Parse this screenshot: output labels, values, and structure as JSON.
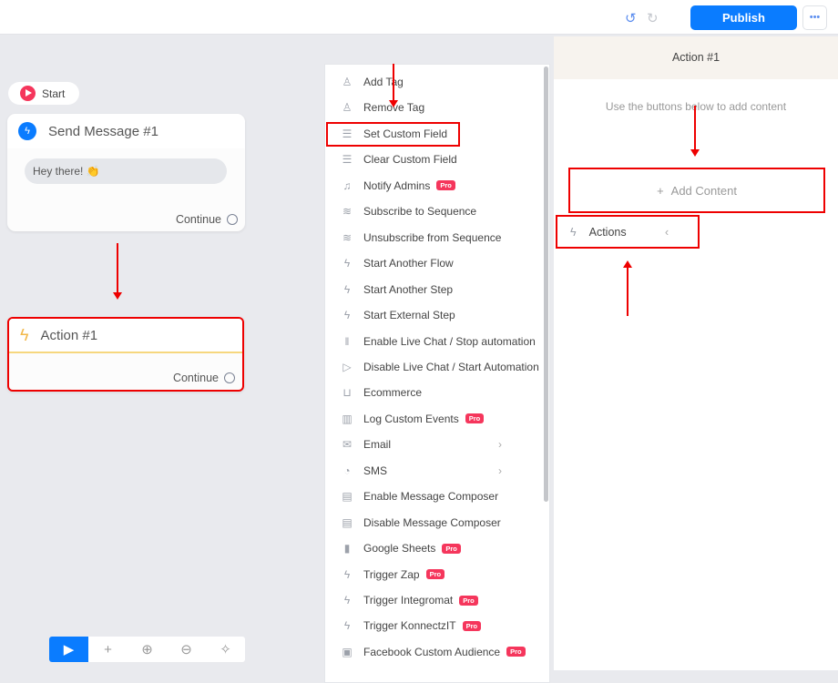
{
  "topbar": {
    "undo_icon": "undo-icon",
    "redo_icon": "redo-icon",
    "publish": "Publish",
    "more": "•••"
  },
  "canvas": {
    "start": "Start",
    "send_message": {
      "title": "Send Message #1",
      "message": "Hey there! 👏",
      "continue": "Continue"
    },
    "action": {
      "title": "Action #1",
      "continue": "Continue"
    },
    "toolbar": [
      "play-icon",
      "plus-icon",
      "zoom-in-icon",
      "zoom-out-icon",
      "sparkle-icon"
    ]
  },
  "menu": {
    "items": [
      {
        "label": "Add Tag",
        "icon": "user-tag-icon"
      },
      {
        "label": "Remove Tag",
        "icon": "user-tag-icon"
      },
      {
        "label": "Set Custom Field",
        "icon": "database-icon"
      },
      {
        "label": "Clear Custom Field",
        "icon": "database-icon"
      },
      {
        "label": "Notify Admins",
        "icon": "bell-icon",
        "pro": "Pro"
      },
      {
        "label": "Subscribe to Sequence",
        "icon": "layers-icon"
      },
      {
        "label": "Unsubscribe from Sequence",
        "icon": "layers-icon"
      },
      {
        "label": "Start Another Flow",
        "icon": "bolt-icon"
      },
      {
        "label": "Start Another Step",
        "icon": "bolt-icon"
      },
      {
        "label": "Start External Step",
        "icon": "bolt-icon"
      },
      {
        "label": "Enable Live Chat / Stop automation",
        "icon": "pause-icon"
      },
      {
        "label": "Disable Live Chat / Start Automation",
        "icon": "play-icon"
      },
      {
        "label": "Ecommerce",
        "icon": "cart-icon"
      },
      {
        "label": "Log Custom Events",
        "icon": "chart-icon",
        "pro": "Pro"
      },
      {
        "label": "Email",
        "icon": "mail-icon",
        "submenu": true
      },
      {
        "label": "SMS",
        "icon": "sms-icon",
        "submenu": true
      },
      {
        "label": "Enable Message Composer",
        "icon": "keyboard-icon"
      },
      {
        "label": "Disable Message Composer",
        "icon": "keyboard-icon"
      },
      {
        "label": "Google Sheets",
        "icon": "sheet-icon",
        "pro": "Pro"
      },
      {
        "label": "Trigger Zap",
        "icon": "bolt-icon",
        "pro": "Pro"
      },
      {
        "label": "Trigger Integromat",
        "icon": "bolt-icon",
        "pro": "Pro"
      },
      {
        "label": "Trigger KonnectzIT",
        "icon": "bolt-icon",
        "pro": "Pro"
      },
      {
        "label": "Facebook Custom Audience",
        "icon": "ad-icon",
        "pro": "Pro"
      }
    ]
  },
  "panel": {
    "title": "Action #1",
    "hint": "Use the buttons below to add content",
    "add_content": "Add Content",
    "actions": "Actions"
  }
}
